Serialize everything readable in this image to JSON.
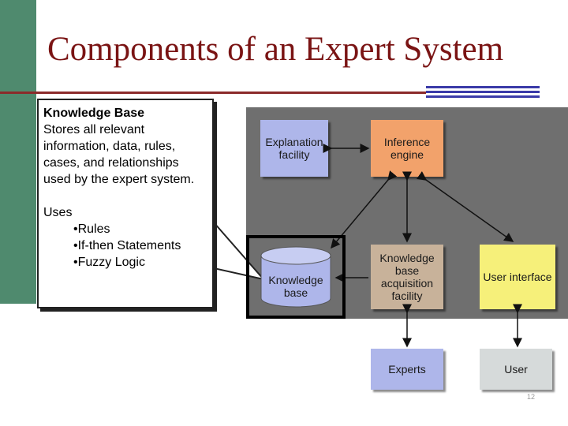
{
  "slide": {
    "title": "Components of an Expert System",
    "page_number": "12"
  },
  "callout": {
    "heading": "Knowledge Base",
    "description": "Stores all relevant information, data, rules, cases, and relationships used by the expert system.",
    "uses_label": "Uses",
    "bullets": [
      "•Rules",
      "•If-then Statements",
      "•Fuzzy Logic"
    ]
  },
  "diagram": {
    "nodes": {
      "explanation": "Explanation facility",
      "inference": "Inference engine",
      "knowledge_base": "Knowledge base",
      "acquisition": "Knowledge base acquisition facility",
      "user_interface": "User interface",
      "experts": "Experts",
      "user": "User"
    },
    "colors": {
      "blue": "#aeb6ea",
      "orange": "#f2a26b",
      "tan": "#c8b29a",
      "yellow": "#f6f07a",
      "gray": "#d6dada",
      "panel": "#6f6f6f",
      "title": "#7a1414",
      "accent_bar": "#4f8a6e"
    }
  }
}
